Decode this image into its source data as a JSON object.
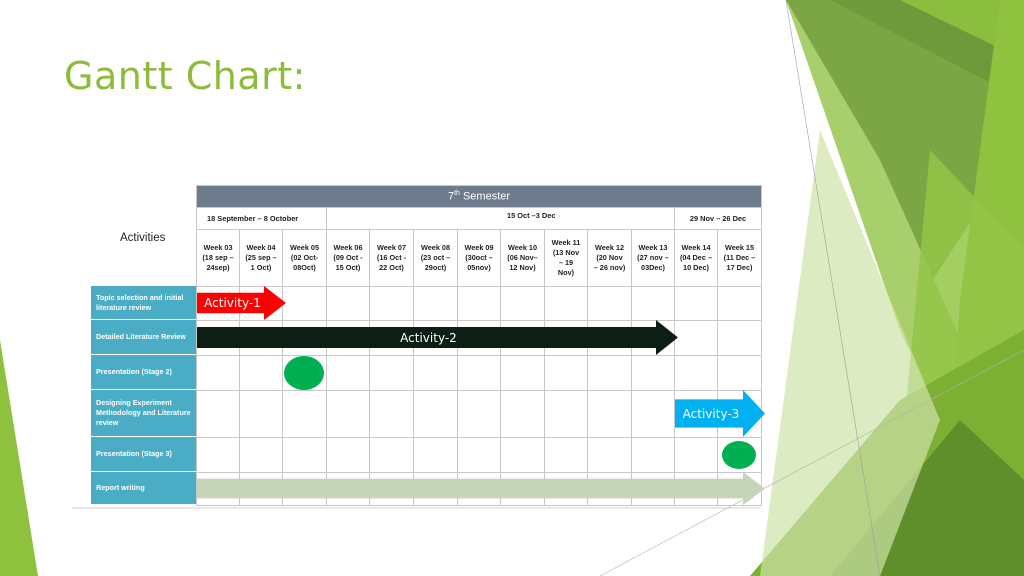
{
  "title": "Gantt Chart:",
  "semester_sup": "th",
  "semester_num": "7",
  "semester_rest": " Semester",
  "activities_header": "Activities",
  "ranges": [
    "18 September – 8 October",
    "15 Oct –3 Dec",
    "29 Nov – 26 Dec"
  ],
  "weeks": [
    [
      "Week 03",
      "(18 sep –",
      "24sep)"
    ],
    [
      "Week 04",
      "(25 sep –",
      "1 Oct)"
    ],
    [
      "Week 05",
      "(02 Oct-",
      "08Oct)"
    ],
    [
      "Week 06",
      "(09 Oct -",
      "15 Oct)"
    ],
    [
      "Week 07",
      "(16 Oct -",
      "22 Oct)"
    ],
    [
      "Week 08",
      "(23 oct –",
      "29oct)"
    ],
    [
      "Week 09",
      "(30oct –",
      "05nov)"
    ],
    [
      "Week 10",
      "(06 Nov–",
      "12 Nov)"
    ],
    [
      "Week 11",
      "(13 Nov",
      "– 19",
      "Nov)"
    ],
    [
      "Week 12",
      "(20 Nov",
      "– 26 nov)"
    ],
    [
      "Week 13",
      "(27 nov –",
      "03Dec)"
    ],
    [
      "Week 14",
      "(04 Dec –",
      "10 Dec)"
    ],
    [
      "Week 15",
      "(11 Dec –",
      "17 Dec)"
    ]
  ],
  "activities": [
    "Topic selection and initial literature review",
    "Detailed Literature Review",
    "Presentation (Stage 2)",
    "Designing Experiment Methodology and Literature review",
    "Presentation (Stage 3)",
    "Report writing"
  ],
  "bars": [
    {
      "label": "Activity-1",
      "row": 0,
      "start": 0,
      "end": 2,
      "color": "#ff0000",
      "text_color": "#ffffff"
    },
    {
      "label": "Activity-2",
      "row": 1,
      "start": 0,
      "end": 11,
      "color": "#0d1f14",
      "text_color": "#ffffff"
    },
    {
      "label": "Activity-3",
      "row": 3,
      "start": 11,
      "end": 13,
      "color": "#00b0f0",
      "text_color": "#ffffff"
    },
    {
      "label": "",
      "row": 5,
      "start": 0,
      "end": 13,
      "color": "#c6d4b8",
      "text_color": "#ffffff"
    }
  ],
  "milestones": [
    {
      "row": 2,
      "col": 2,
      "color": "#00b050"
    },
    {
      "row": 4,
      "col": 12,
      "color": "#00b050"
    }
  ],
  "colors": {
    "title": "#8dbb3c",
    "activity_label_bg": "#4bacc6",
    "semester_header_bg": "#6d7b8c"
  }
}
